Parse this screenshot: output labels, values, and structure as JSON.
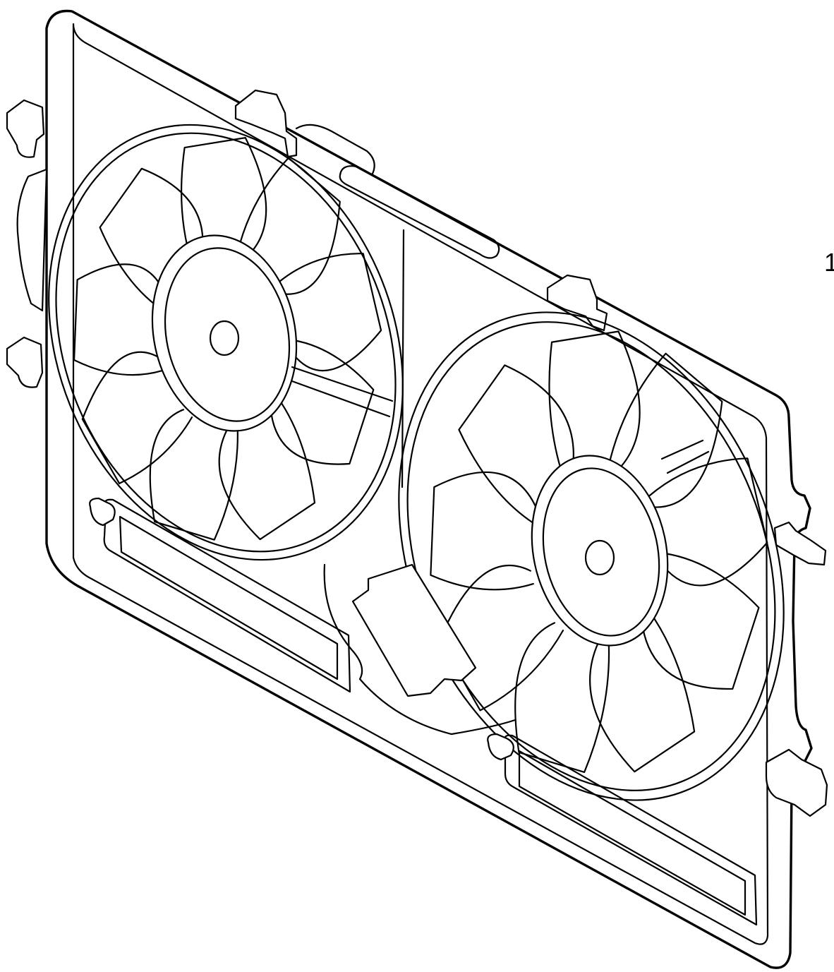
{
  "diagram": {
    "callout_label": "1",
    "fans": [
      {
        "name": "left-fan",
        "blades": 9
      },
      {
        "name": "right-fan",
        "blades": 9
      }
    ],
    "line_color": "#000000",
    "background": "#ffffff"
  }
}
